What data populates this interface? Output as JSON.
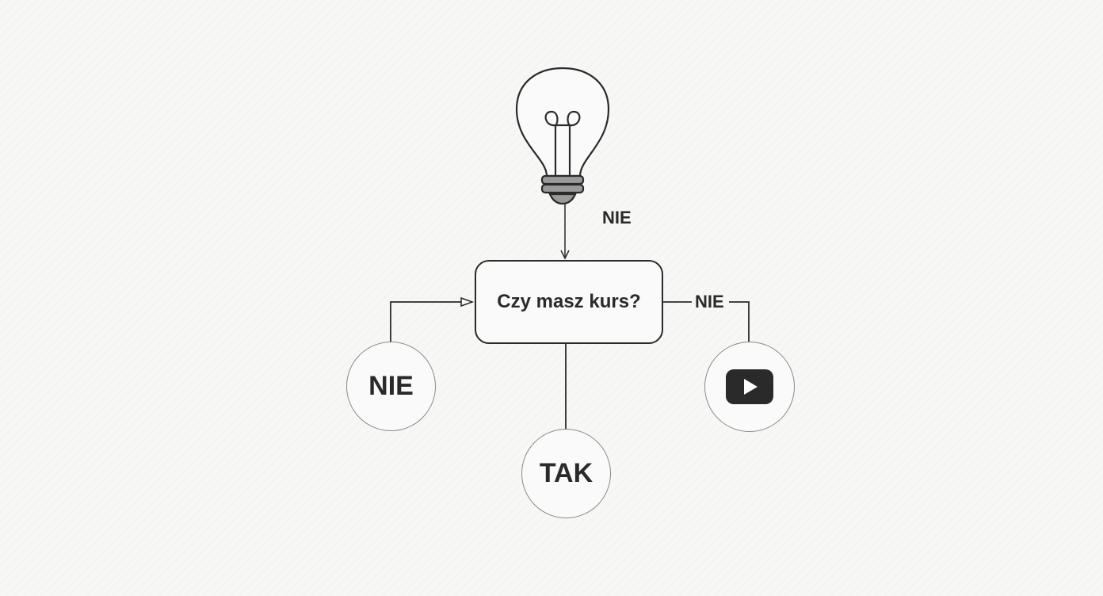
{
  "diagram": {
    "decision": {
      "label": "Czy masz kurs?"
    },
    "edges": {
      "bulb_to_decision": "NIE",
      "decision_to_youtube": "NIE"
    },
    "nodes": {
      "left": {
        "label": "NIE"
      },
      "bottom": {
        "label": "TAK"
      },
      "right": {
        "icon": "youtube-play-icon"
      },
      "top": {
        "icon": "lightbulb-icon"
      }
    },
    "colors": {
      "stroke": "#2a2a2a",
      "circle_border": "#8a8a8a",
      "bulb_base": "#9a9a9a",
      "background": "#f7f7f6"
    }
  }
}
